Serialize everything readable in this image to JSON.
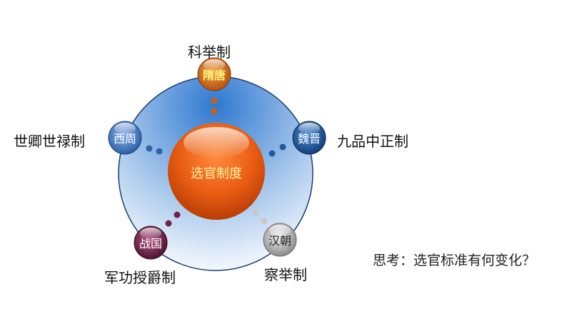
{
  "center": {
    "label": "选官制度",
    "color": "#e85c12"
  },
  "nodes": [
    {
      "id": "sui-tang",
      "label": "隋唐",
      "system": "科举制",
      "color": "#d46a1e"
    },
    {
      "id": "wei-jin",
      "label": "魏晋",
      "system": "九品中正制",
      "color": "#1f5fa8"
    },
    {
      "id": "han",
      "label": "汉朝",
      "system": "察举制",
      "color": "#b5b5b5"
    },
    {
      "id": "warring-states",
      "label": "战国",
      "system": "军功授爵制",
      "color": "#7a2b52"
    },
    {
      "id": "western-zhou",
      "label": "西周",
      "system": "世卿世禄制",
      "color": "#3f73b8"
    }
  ],
  "question": "思考：选官标准有何变化？"
}
